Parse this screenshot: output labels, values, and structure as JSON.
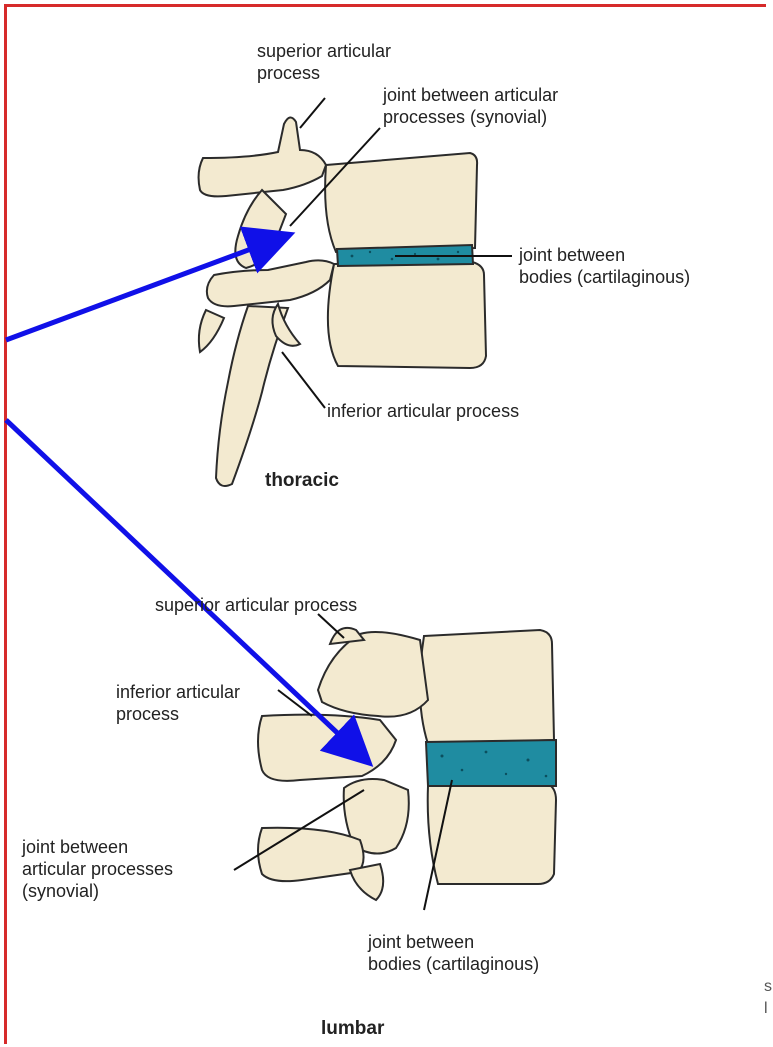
{
  "colors": {
    "frame": "#d62a2a",
    "bone": "#f3ead0",
    "bone_outline": "#2b2b2b",
    "cartilage": "#1f8ca1",
    "pointer": "#1010e8"
  },
  "thoracic": {
    "caption": "thoracic",
    "superior_articular_process": "superior articular\nprocess",
    "joint_articular": "joint between articular\nprocesses (synovial)",
    "joint_bodies": "joint between\nbodies (cartilaginous)",
    "inferior_articular_process": "inferior articular process"
  },
  "lumbar": {
    "caption": "lumbar",
    "superior_articular_process": "superior articular process",
    "inferior_articular_process": "inferior articular\nprocess",
    "joint_articular": "joint between\narticular processes\n(synovial)",
    "joint_bodies": "joint between\nbodies (cartilaginous)"
  },
  "edge_fragment": "s\nl"
}
